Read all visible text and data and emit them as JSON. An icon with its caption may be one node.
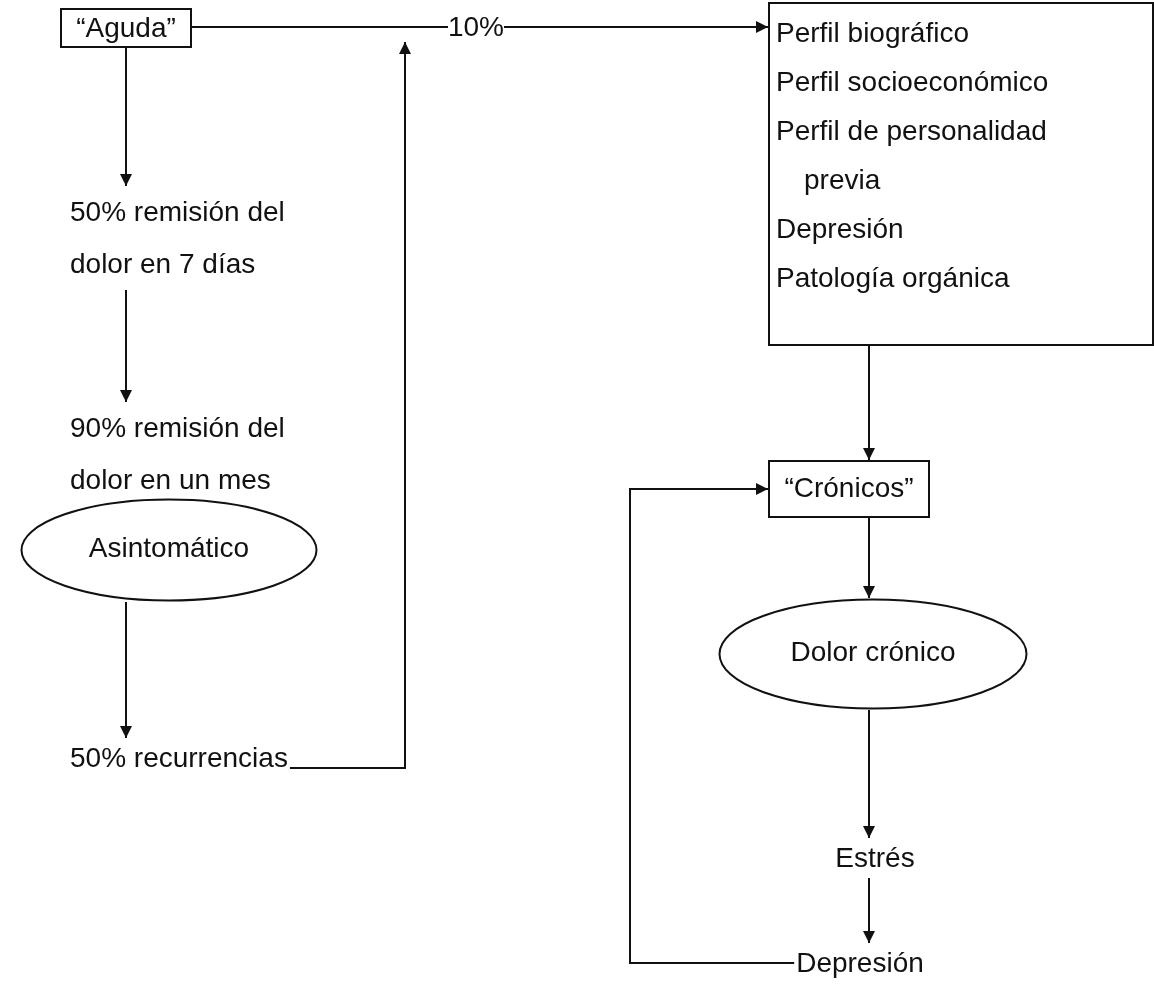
{
  "diagram": {
    "nodes": [
      {
        "text": [
          "“Aguda”"
        ]
      },
      {
        "text": [
          "10%"
        ]
      },
      {
        "text": [
          "50% remisión del dolor en 7 días"
        ]
      },
      {
        "text": [
          "90% remisión del dolor en un mes"
        ]
      },
      {
        "text": [
          "Asintomático"
        ]
      },
      {
        "text": [
          "50% recurrencias"
        ]
      },
      {
        "text": [
          "Perfil biográfico",
          "Perfil socioeconómico",
          "Perfil de personalidad previa",
          "Depresión",
          "Patología orgánica"
        ]
      },
      {
        "text": [
          "“Crónicos”"
        ]
      },
      {
        "text": [
          "Dolor crónico"
        ]
      },
      {
        "text": [
          "Estrés"
        ]
      },
      {
        "text": [
          "Depresión"
        ]
      }
    ],
    "edges": [
      {
        "from": 0,
        "to": 1,
        "arrow": "none"
      },
      {
        "from": 5,
        "to": 1,
        "arrow": "to"
      },
      {
        "from": 1,
        "to": 6,
        "arrow": "to"
      },
      {
        "from": 0,
        "to": 2,
        "arrow": "to"
      },
      {
        "from": 2,
        "to": 3,
        "arrow": "to"
      },
      {
        "from": 4,
        "to": 5,
        "arrow": "to"
      },
      {
        "from": 6,
        "to": 7,
        "arrow": "to"
      },
      {
        "from": 7,
        "to": 8,
        "arrow": "to"
      },
      {
        "from": 8,
        "to": 9,
        "arrow": "to"
      },
      {
        "from": 9,
        "to": 10,
        "arrow": "to"
      },
      {
        "from": 10,
        "to": 7,
        "arrow": "to"
      }
    ]
  }
}
